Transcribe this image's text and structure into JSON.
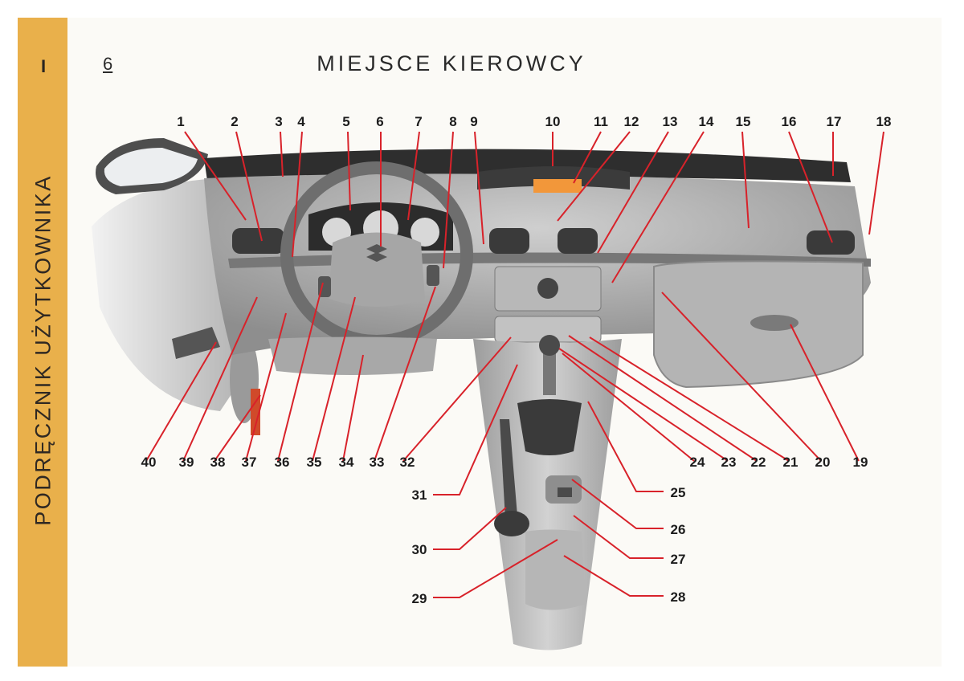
{
  "sidebar": {
    "chapter": "I",
    "title": "PODRĘCZNIK UŻYTKOWNIKA",
    "color": "#e9b04b"
  },
  "header": {
    "page_number": "6",
    "title": "MIEJSCE KIEROWCY"
  },
  "figure": {
    "leader_color": "#d8222a",
    "display_color": "#f2973a",
    "callouts": [
      "1",
      "2",
      "3",
      "4",
      "5",
      "6",
      "7",
      "8",
      "9",
      "10",
      "11",
      "12",
      "13",
      "14",
      "15",
      "16",
      "17",
      "18",
      "19",
      "20",
      "21",
      "22",
      "23",
      "24",
      "25",
      "26",
      "27",
      "28",
      "29",
      "30",
      "31",
      "32",
      "33",
      "34",
      "35",
      "36",
      "37",
      "38",
      "39",
      "40"
    ]
  }
}
